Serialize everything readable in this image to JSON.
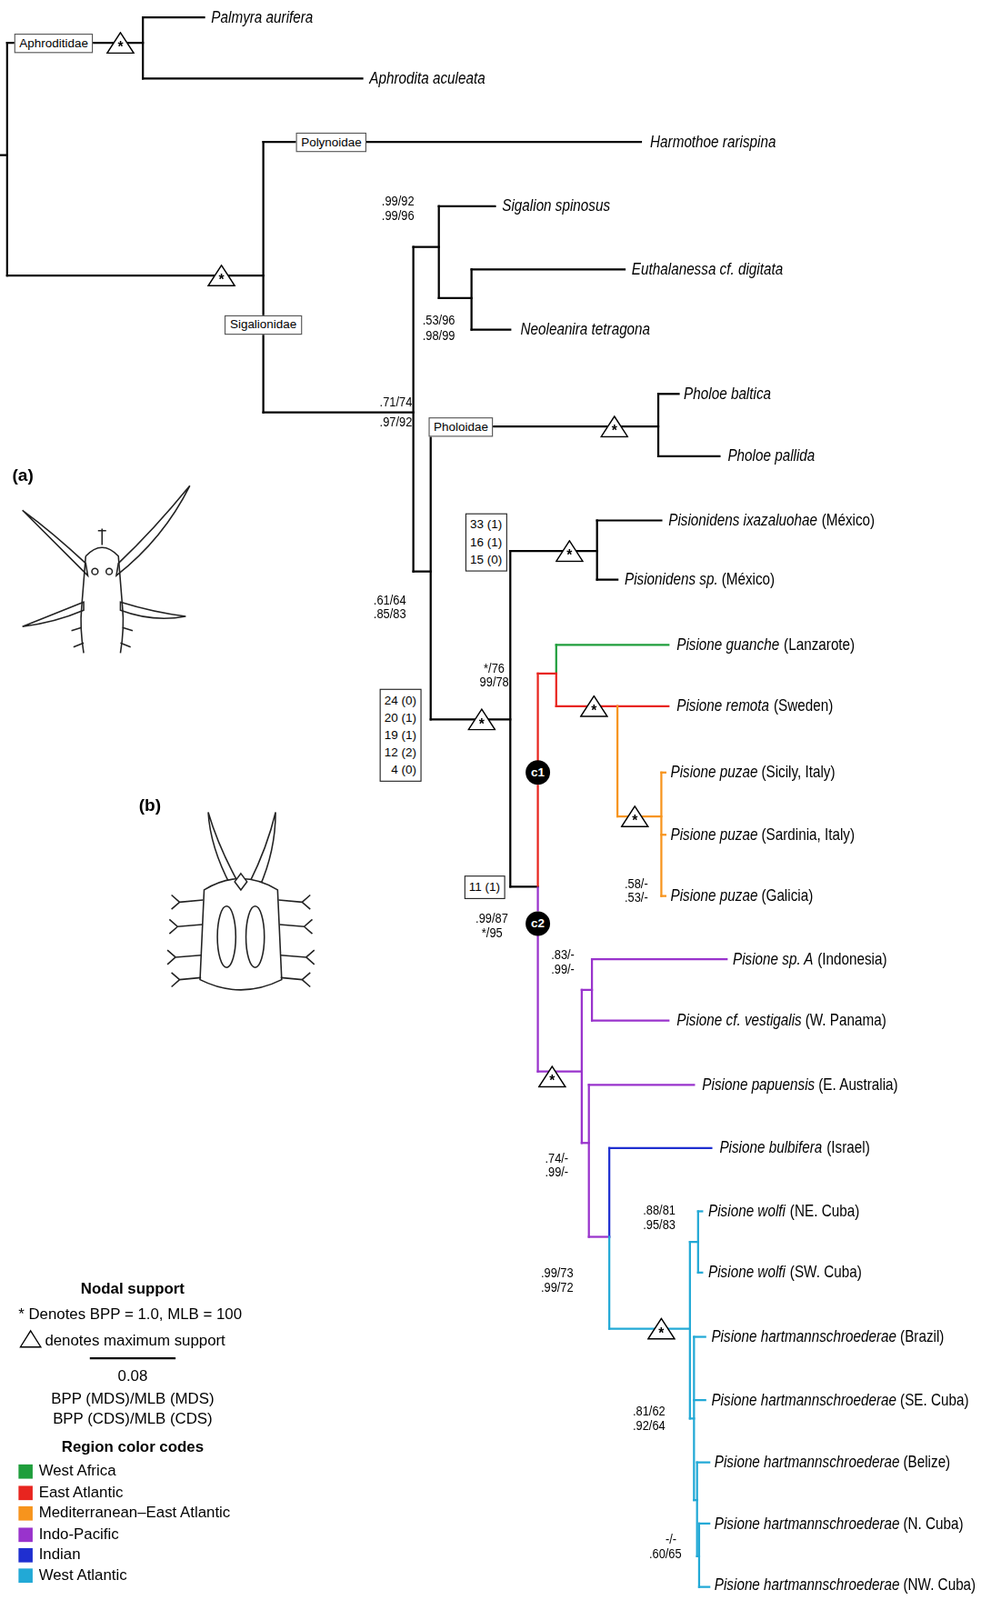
{
  "diagram": {
    "nodes": [
      {
        "text": [
          "Aphroditidae"
        ]
      },
      {
        "text": [
          "*"
        ]
      },
      {
        "text": [
          "Polynoidae"
        ]
      },
      {
        "text": [
          "*"
        ]
      },
      {
        "text": [
          "Sigalionidae"
        ]
      },
      {
        "text": [
          "Pholoidae"
        ]
      },
      {
        "text": [
          "*"
        ]
      },
      {
        "text": [
          "33 (1)",
          "16 (1)",
          "15 (0)"
        ]
      },
      {
        "text": [
          "*"
        ]
      },
      {
        "text": [
          "24 (0)",
          "20 (1)",
          "19 (1)",
          "12 (2)",
          "4 (0)"
        ]
      },
      {
        "text": [
          "*"
        ]
      },
      {
        "text": [
          "*"
        ]
      },
      {
        "text": [
          "c1"
        ]
      },
      {
        "text": [
          "*"
        ]
      },
      {
        "text": [
          "11 (1)"
        ]
      },
      {
        "text": [
          "c2"
        ]
      },
      {
        "text": [
          "*"
        ]
      },
      {
        "text": [
          "*"
        ]
      }
    ],
    "edges": [
      {
        "from": 12,
        "to": 15,
        "arrow": "none"
      }
    ],
    "labels": [
      "Palmyra aurifera",
      "Aphrodita aculeata",
      "Harmothoe rarispina",
      ".99/92",
      ".99/96",
      "Sigalion spinosus",
      "Euthalanessa cf. digitata",
      ".53/96",
      ".98/99",
      "Neoleanira tetragona",
      ".71/74",
      ".97/92",
      "Pholoe baltica",
      "Pholoe pallida",
      "Pisionidens ixazaluohae",
      "(México)",
      "Pisionidens sp.",
      "(México)",
      "(a)",
      ".61/64",
      ".85/83",
      "Pisione guanche",
      "(Lanzarote)",
      "*/76",
      "99/78",
      "Pisione remota",
      "(Sweden)",
      "Pisione puzae",
      "(Sicily, Italy)",
      "(b)",
      "Pisione puzae",
      "(Sardinia, Italy)",
      ".58/-",
      ".53/-",
      "Pisione puzae",
      "(Galicia)",
      ".99/87",
      "*/95",
      ".83/-",
      ".99/-",
      "Pisione sp. A",
      "(Indonesia)",
      "Pisione cf. vestigalis",
      "(W. Panama)",
      "Pisione papuensis",
      "(E. Australia)",
      "Pisione bulbifera",
      "(Israel)",
      ".74/-",
      ".99/-",
      ".88/81",
      ".95/83",
      "Pisione wolfi",
      "(NE. Cuba)",
      "Pisione wolfi",
      "(SW. Cuba)",
      ".99/73",
      ".99/72",
      "Nodal support",
      "* Denotes BPP = 1.0, MLB = 100",
      "Pisione hartmannschroederae",
      "(Brazil)",
      "0.08",
      "BPP (MDS)/MLB (MDS)",
      "Pisione hartmannschroederae",
      "(SE. Cuba)",
      ".81/62",
      ".92/64",
      "BPP (CDS)/MLB (CDS)",
      "Region color codes",
      "Pisione hartmannschroederae",
      "(Belize)",
      "Pisione hartmannschroederae",
      "(N. Cuba)",
      "-/-",
      ".60/65",
      "Pisione hartmannschroederae",
      "(NW. Cuba)"
    ],
    "legend": [
      {
        "text": "denotes maximum support"
      },
      {
        "text": "West Africa",
        "color": "#1f9e3c"
      },
      {
        "text": "East Atlantic",
        "color": "#e8251f"
      },
      {
        "text": "Mediterranean–East Atlantic",
        "color": "#f7941d"
      },
      {
        "text": "Indo-Pacific",
        "color": "#9933cc"
      },
      {
        "text": "Indian",
        "color": "#1f2fd0"
      },
      {
        "text": "West Atlantic",
        "color": "#22a9d6"
      }
    ]
  }
}
